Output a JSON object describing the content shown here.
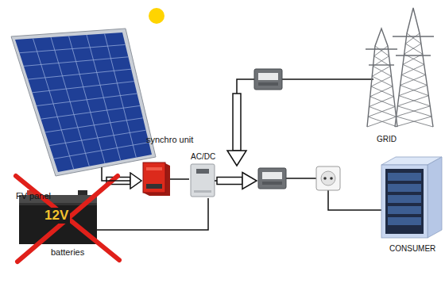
{
  "diagram": {
    "nodes": [
      {
        "text": [
          "FV panel"
        ]
      },
      {
        "text": [
          "synchro unit"
        ]
      },
      {
        "text": [
          "AC/DC"
        ]
      },
      {
        "text": [
          "GRID"
        ]
      },
      {
        "text": [
          "CONSUMER"
        ]
      },
      {
        "text": [
          "12V",
          "batteries"
        ]
      }
    ],
    "edges": [
      {
        "from": 0,
        "to": 1,
        "arrow": "to"
      },
      {
        "from": 1,
        "to": 2,
        "arrow": "none"
      },
      {
        "from": 5,
        "to": 2,
        "arrow": "none"
      }
    ]
  }
}
